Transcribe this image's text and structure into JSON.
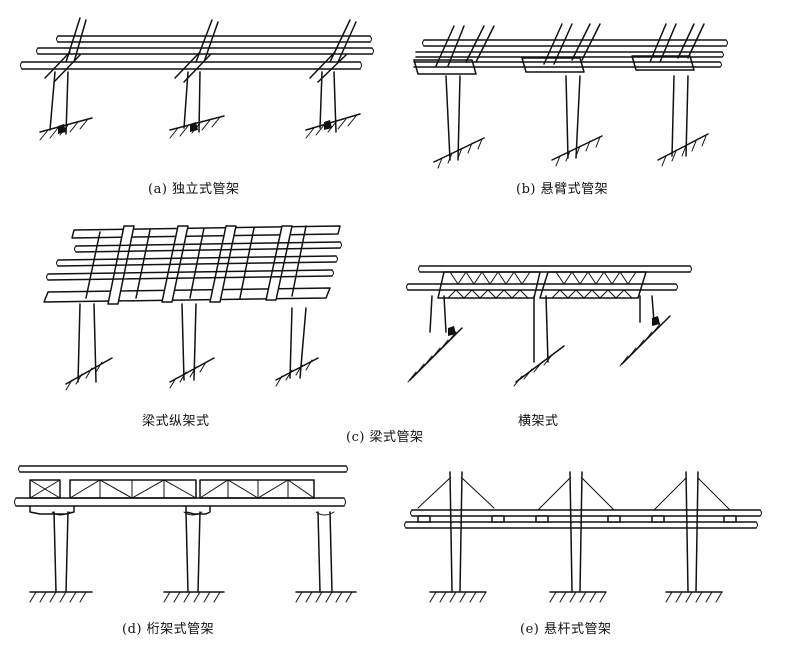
{
  "figure": {
    "panels": [
      {
        "id": "a",
        "caption": "(a) 独立式管架"
      },
      {
        "id": "b",
        "caption": "(b) 悬臂式管架"
      },
      {
        "id": "c",
        "caption": "(c) 梁式管架",
        "sub_captions": [
          "梁式纵架式",
          "横架式"
        ]
      },
      {
        "id": "d",
        "caption": "(d) 桁架式管架"
      },
      {
        "id": "e",
        "caption": "(e) 悬杆式管架"
      }
    ]
  }
}
